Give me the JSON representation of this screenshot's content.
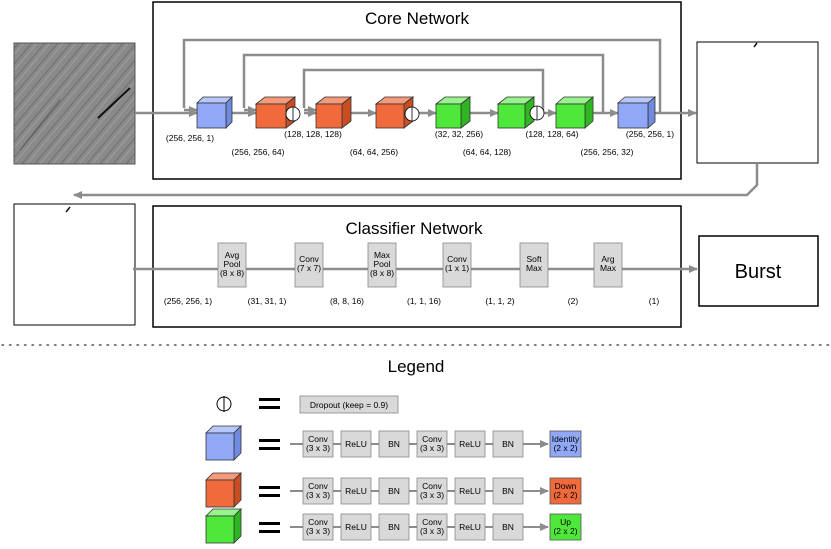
{
  "core": {
    "title": "Core Network",
    "labels_top": [
      "(256, 256, 1)",
      "(128, 128, 128)",
      "(32, 32, 256)",
      "(128, 128, 64)",
      "(256, 256, 1)"
    ],
    "labels_bottom": [
      "(256, 256, 64)",
      "(64, 64, 256)",
      "(64, 64, 128)",
      "(256, 256, 32)"
    ]
  },
  "classifier": {
    "title": "Classifier Network",
    "blocks": [
      {
        "l1": "Avg",
        "l2": "Pool",
        "l3": "(8 x 8)"
      },
      {
        "l1": "Conv",
        "l2": "(7 x 7)",
        "l3": ""
      },
      {
        "l1": "Max",
        "l2": "Pool",
        "l3": "(8 x 8)"
      },
      {
        "l1": "Conv",
        "l2": "(1 x 1)",
        "l3": ""
      },
      {
        "l1": "Soft",
        "l2": "Max",
        "l3": ""
      },
      {
        "l1": "Arg",
        "l2": "Max",
        "l3": ""
      }
    ],
    "shapes": [
      "(256, 256, 1)",
      "(31, 31, 1)",
      "(8, 8, 16)",
      "(1, 1, 16)",
      "(1, 1, 2)",
      "(2)",
      "(1)"
    ],
    "output": "Burst"
  },
  "legend": {
    "title": "Legend",
    "dropout": "Dropout (keep = 0.9)",
    "row_blocks": [
      {
        "l1": "Conv",
        "l2": "(3 x 3)"
      },
      {
        "l1": "ReLU",
        "l2": ""
      },
      {
        "l1": "BN",
        "l2": ""
      },
      {
        "l1": "Conv",
        "l2": "(3 x 3)"
      },
      {
        "l1": "ReLU",
        "l2": ""
      },
      {
        "l1": "BN",
        "l2": ""
      }
    ],
    "rows": [
      {
        "name": "identity",
        "l1": "Identity",
        "l2": "(2 x 2)",
        "color": "#90a8f5"
      },
      {
        "name": "down",
        "l1": "Down",
        "l2": "(2 x 2)",
        "color": "#f06a3c"
      },
      {
        "name": "up",
        "l1": "Up",
        "l2": "(2 x 2)",
        "color": "#4ee83a"
      }
    ]
  },
  "colors": {
    "blue": "#90a8f5",
    "orange": "#f06a3c",
    "green": "#4ee83a",
    "gray_box": "#d9d9d9",
    "arrow": "#8c8c8c"
  }
}
